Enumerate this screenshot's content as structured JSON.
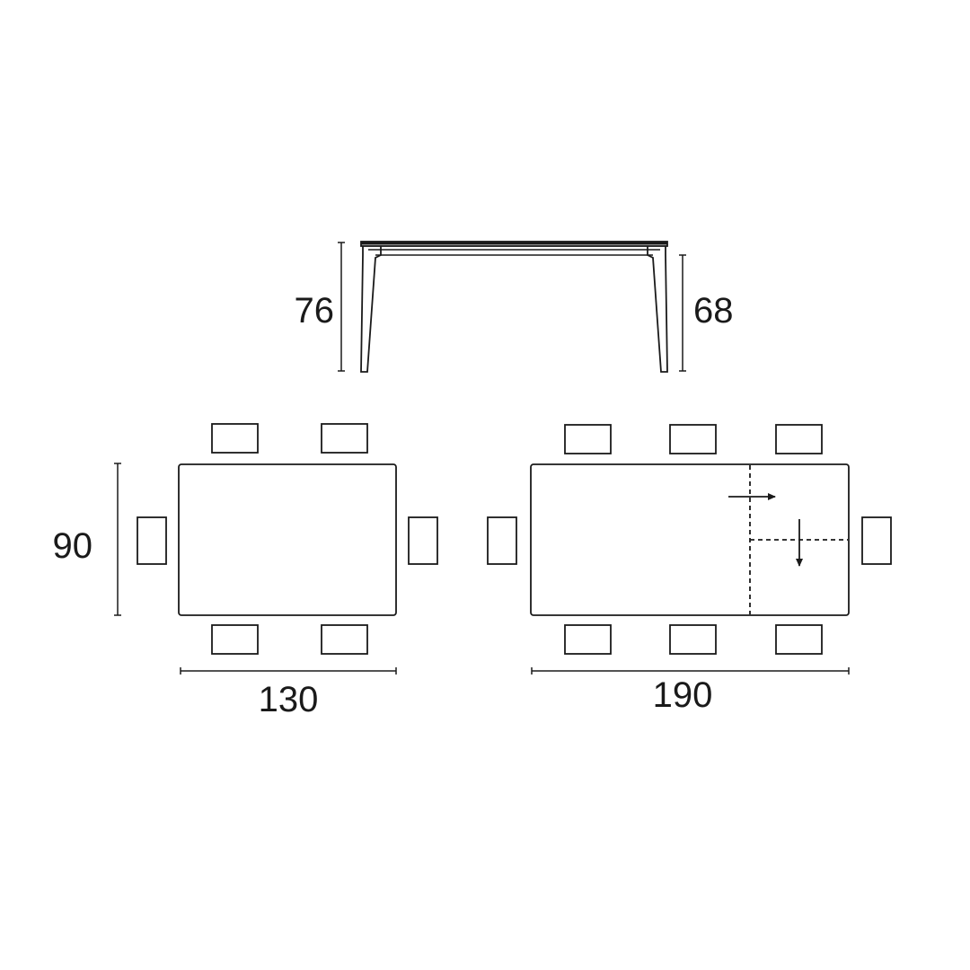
{
  "side_view": {
    "height_total_label": "76",
    "height_under_label": "68"
  },
  "fixed_table": {
    "depth_label": "90",
    "width_label": "130"
  },
  "extended_table": {
    "width_label": "190"
  },
  "colors": {
    "line": "#1a1a1a",
    "background": "#ffffff"
  }
}
